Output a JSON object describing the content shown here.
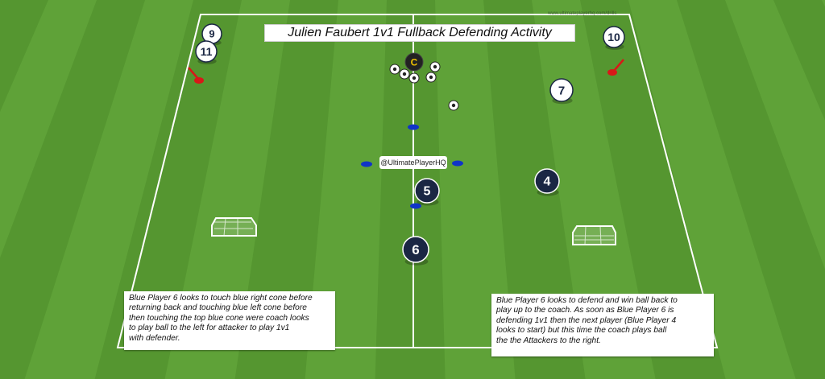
{
  "title": "Julien Faubert 1v1 Fullback Defending Activity",
  "handle": "@UltimatePlayerHQ",
  "watermark": "www.ultimateplayerhq.com/drills",
  "notes": {
    "left": " Blue Player 6 looks to touch blue right cone before\nreturning back and touching blue left cone before\nthen touching the top blue cone were coach looks\nto play ball to the left for attacker to play 1v1\nwith defender.",
    "right": "Blue Player 6 looks to defend and win ball back to\nplay up to the coach. As soon as Blue Player 6 is\ndefending 1v1 then the next player (Blue Player 4\nlooks to start) but this time the coach plays ball\nthe the Attackers to the right."
  },
  "players": [
    {
      "label": "9",
      "team": "attacker",
      "name": "attacker-9"
    },
    {
      "label": "11",
      "team": "attacker",
      "name": "attacker-11"
    },
    {
      "label": "10",
      "team": "attacker",
      "name": "attacker-10"
    },
    {
      "label": "7",
      "team": "attacker",
      "name": "attacker-7"
    },
    {
      "label": "5",
      "team": "defender",
      "name": "defender-5"
    },
    {
      "label": "4",
      "team": "defender",
      "name": "defender-4"
    },
    {
      "label": "6",
      "team": "defender",
      "name": "defender-6"
    }
  ],
  "coach": {
    "label": "C"
  },
  "colors": {
    "grass_light": "#5fa238",
    "grass_dark": "#4c8c2a",
    "line": "#ffffff",
    "defender": "#1b2744",
    "attacker": "#ffffff",
    "attacker_text": "#1b2744",
    "blue_cone": "#1034c8",
    "red_marker": "#d81818",
    "coach": "#222222",
    "coach_symbol": "#f2c400"
  }
}
